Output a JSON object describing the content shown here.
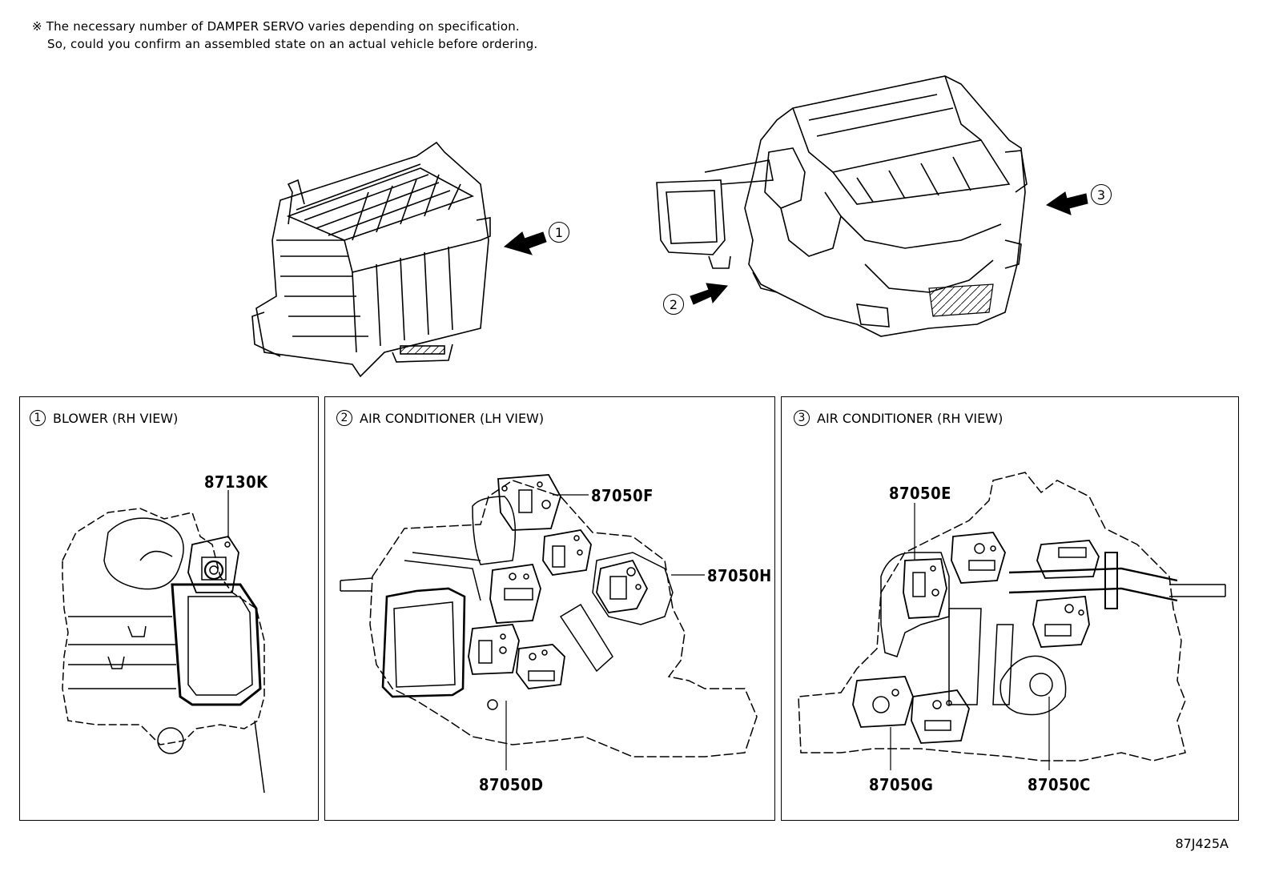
{
  "note": {
    "line1": "※ The necessary number of DAMPER SERVO varies depending on specification.",
    "line2": "So, could you confirm an assembled state on an actual vehicle before ordering."
  },
  "arrows": [
    {
      "num": "1"
    },
    {
      "num": "2"
    },
    {
      "num": "3"
    }
  ],
  "panels": [
    {
      "num": "1",
      "title": "BLOWER (RH VIEW)",
      "parts": [
        "87130K"
      ]
    },
    {
      "num": "2",
      "title": "AIR CONDITIONER (LH VIEW)",
      "parts": [
        "87050F",
        "87050H",
        "87050D"
      ]
    },
    {
      "num": "3",
      "title": "AIR CONDITIONER (RH VIEW)",
      "parts": [
        "87050E",
        "87050G",
        "87050C"
      ]
    }
  ],
  "diagram_code": "87J425A"
}
